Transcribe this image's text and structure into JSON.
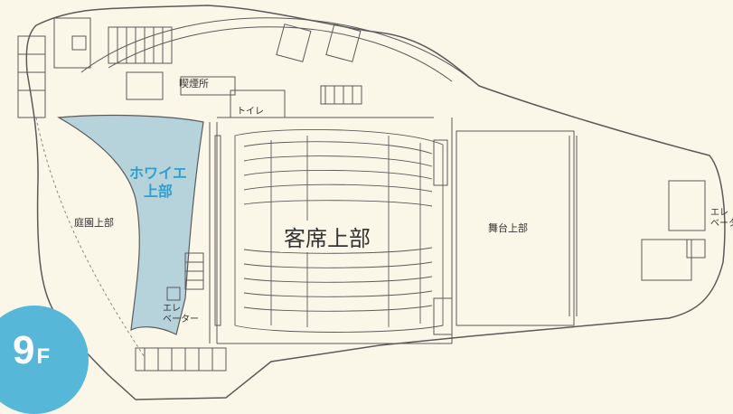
{
  "floor_badge": {
    "number": "9",
    "suffix": "F",
    "color": "#56b7d8"
  },
  "rooms": {
    "smoking": "喫煙所",
    "toilet": "トイレ",
    "foyer_line1": "ホワイエ",
    "foyer_line2": "上部",
    "garden": "庭園上部",
    "audience": "客席上部",
    "stage": "舞台上部",
    "elevator_left_line1": "エレ",
    "elevator_left_line2": "ベーター",
    "elevator_right_line1": "エレ",
    "elevator_right_line2": "ベータ"
  },
  "colors": {
    "background": "#fbf7e8",
    "foyer_fill": "#b6d3dc",
    "foyer_text": "#2f9fd0",
    "line": "#5a5a5a"
  }
}
